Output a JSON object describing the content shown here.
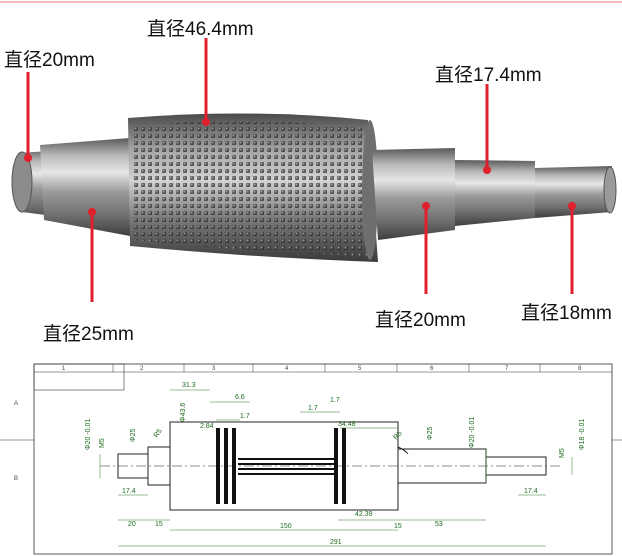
{
  "photo_labels": {
    "top_center": "直径46.4mm",
    "left_top": "直径20mm",
    "right_top": "直径17.4mm",
    "left_bottom": "直径25mm",
    "center_bottom": "直径20mm",
    "right_bottom": "直径18mm"
  },
  "drawing": {
    "grid_top": [
      "1",
      "2",
      "3",
      "4",
      "5",
      "6",
      "7",
      "8"
    ],
    "grid_side": [
      "A",
      "B"
    ],
    "dims": {
      "d_313": "31.3",
      "d_66": "6.6",
      "d_464": "Φ43.6",
      "d_17a": "1.7",
      "d_17b": "1.7",
      "d_17c": "1.7",
      "d_284": "2.84",
      "d_3448": "34.48",
      "d_20l": "Φ20 -0.01",
      "d_m5l": "M5",
      "d_25l": "Φ25",
      "d_r5l": "R5",
      "d_174l": "17.4",
      "d_20b": "20",
      "d_15l": "15",
      "d_150": "150",
      "d_4239": "42.39",
      "d_15r": "15",
      "d_53": "53",
      "d_291": "291",
      "d_25r": "Φ25",
      "d_r5r": "R5",
      "d_20r": "Φ20 -0.01",
      "d_18r": "Φ18 -0.01",
      "d_m5r": "M5",
      "d_174r": "17.4"
    }
  }
}
